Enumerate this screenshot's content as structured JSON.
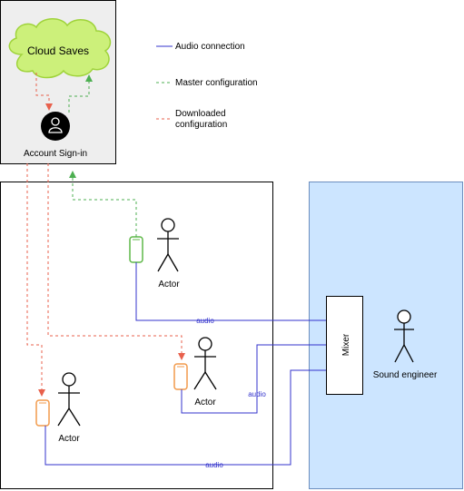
{
  "cloud_label": "Cloud Saves",
  "account_label": "Account Sign-in",
  "mixer_label": "Mixer",
  "sound_engineer_label": "Sound engineer",
  "actors": [
    "Actor",
    "Actor",
    "Actor"
  ],
  "audio_labels": [
    "audio",
    "audio",
    "audio"
  ],
  "legend": [
    {
      "label": "Audio connection",
      "color": "#3333cc",
      "style": "solid"
    },
    {
      "label": "Master configuration",
      "color": "#4caf50",
      "style": "dashed"
    },
    {
      "label": "Downloaded configuration",
      "color": "#e8604c",
      "style": "dashed"
    }
  ],
  "colors": {
    "audio": "#3333cc",
    "master": "#4caf50",
    "downloaded": "#e8604c",
    "cloud_fill": "#ccf07a",
    "cloud_stroke": "#9fd33a",
    "engineer_area": "#cce5ff",
    "phone_green": "#5fb848",
    "phone_orange": "#f29a4b"
  }
}
